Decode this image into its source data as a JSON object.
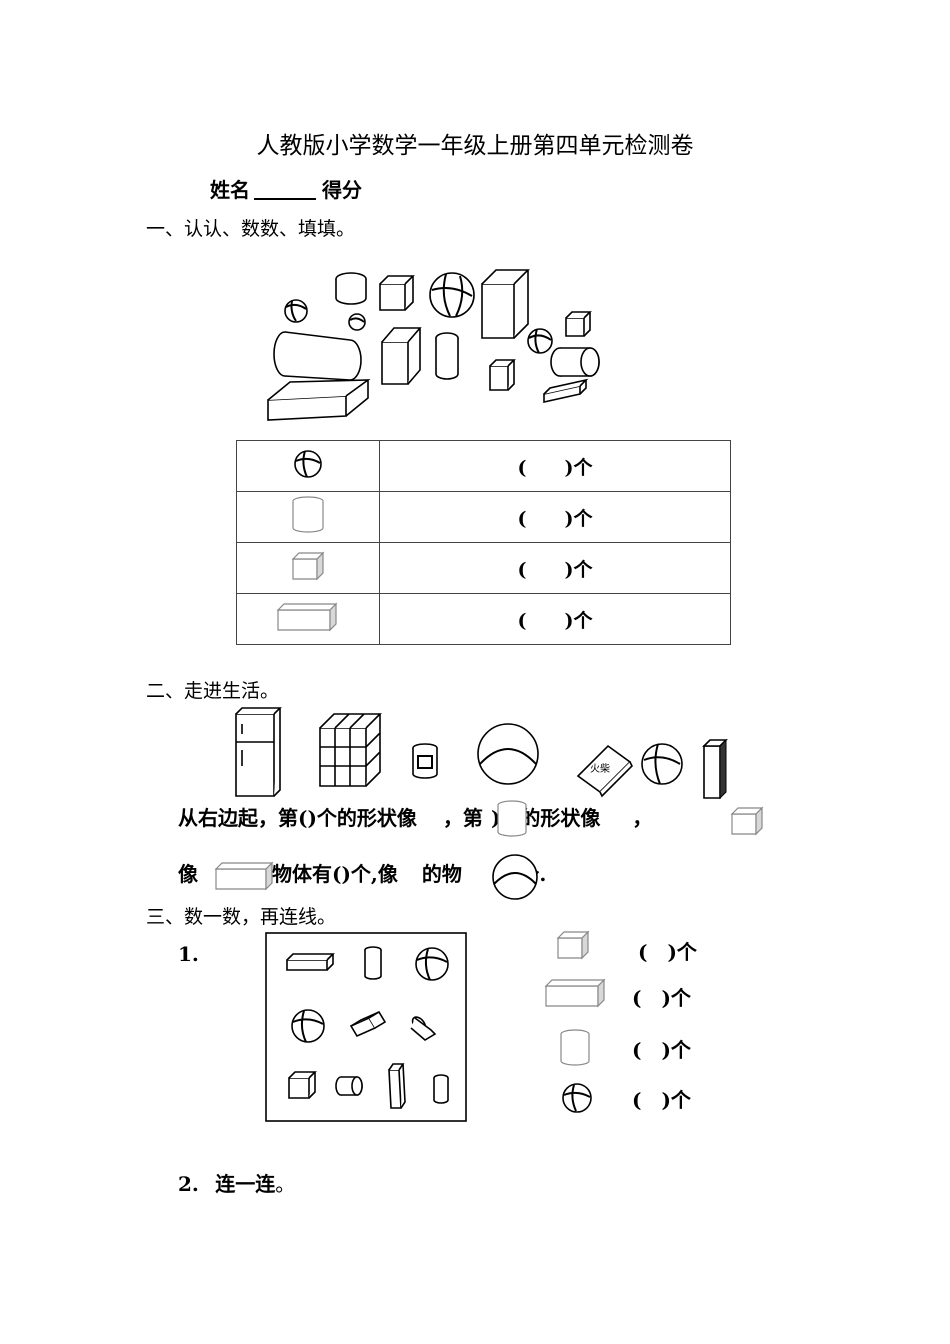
{
  "title": "人教版小学数学一年级上册第四单元检测卷",
  "header": {
    "name_label": "姓名",
    "score_label": "得分"
  },
  "section1": {
    "heading": "一、认认、数数、填填。",
    "rows": [
      {
        "icon": "ball-icon",
        "answer": "(　　)个"
      },
      {
        "icon": "cylinder-icon",
        "answer": "(　　)个"
      },
      {
        "icon": "cube-icon",
        "answer": "(　　)个"
      },
      {
        "icon": "cuboid-icon",
        "answer": "(　　)个"
      }
    ]
  },
  "section2": {
    "heading": "二、走进生活。",
    "line1_a": "从右边起，第(",
    "line1_b": ")个的形状像",
    "line1_c": "，第",
    "line1_d": ")个的形状像",
    "line1_e": "，",
    "line2_a": "像",
    "line2_b": "的物体有(",
    "line2_c": ")个,像",
    "line2_d": "的物",
    "line2_e": ")个."
  },
  "section3": {
    "heading": "三、数一数，再连线。",
    "q1_label": "1.",
    "counts": [
      "(　)个",
      "(　)个",
      "(　)个",
      "(　)个"
    ],
    "q2_label": "2.",
    "q2_text": "连一连",
    "q2_mark": "。"
  }
}
